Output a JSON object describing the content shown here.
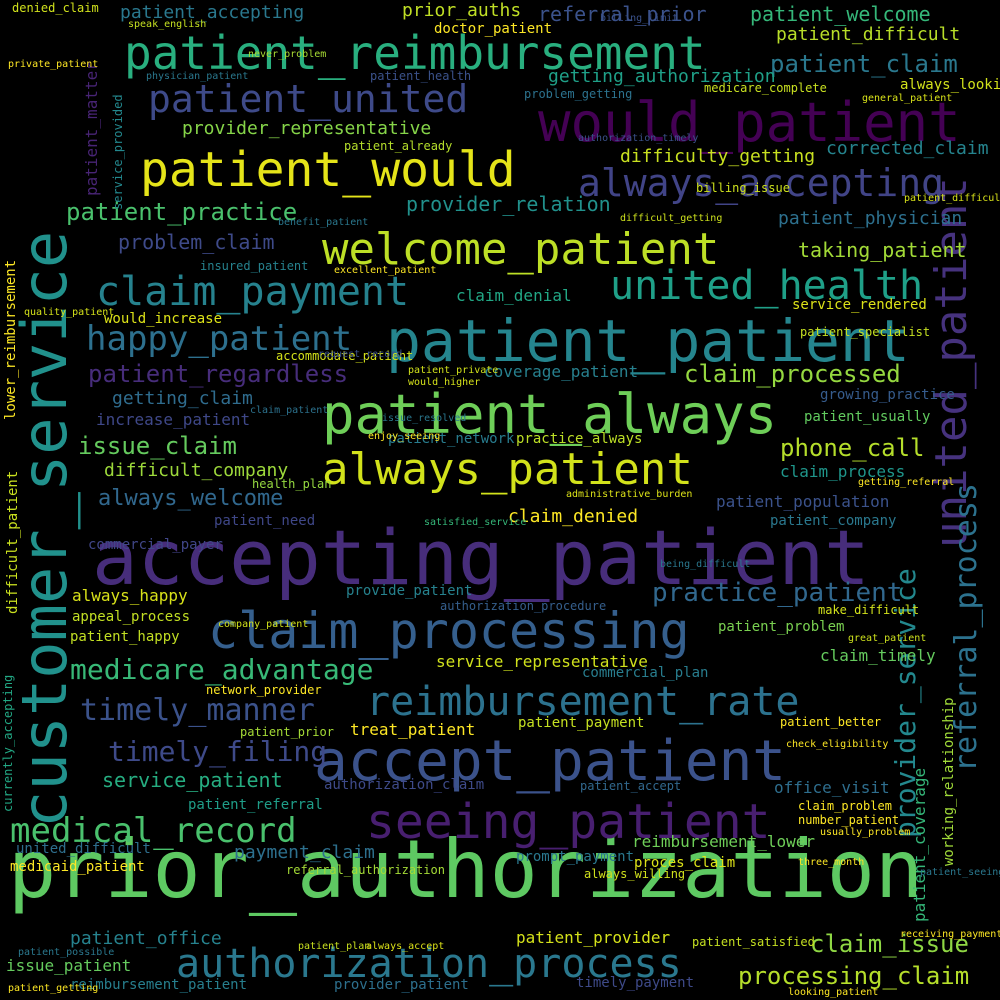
{
  "words": [
    {
      "text": "prior_authorization",
      "color": "#5ec962"
    },
    {
      "text": "accepting_patient",
      "color": "#472d7b"
    },
    {
      "text": "customer_service",
      "color": "#21918c"
    },
    {
      "text": "patient_patient",
      "color": "#25858e"
    },
    {
      "text": "accept_patient",
      "color": "#3b528b"
    },
    {
      "text": "patient_always",
      "color": "#6ece58"
    },
    {
      "text": "always_patient",
      "color": "#d2e21b"
    },
    {
      "text": "welcome_patient",
      "color": "#bddf26"
    },
    {
      "text": "would_patient",
      "color": "#440154"
    },
    {
      "text": "patient_reimbursement",
      "color": "#29af7f"
    },
    {
      "text": "claim_processing",
      "color": "#355f8d"
    },
    {
      "text": "authorization_process",
      "color": "#2a788e"
    },
    {
      "text": "seeing_patient",
      "color": "#481f70"
    },
    {
      "text": "united_patient",
      "color": "#46327e"
    },
    {
      "text": "patient_would",
      "color": "#e5e419"
    },
    {
      "text": "patient_united",
      "color": "#3e4a89"
    },
    {
      "text": "reimbursement_rate",
      "color": "#2c728e"
    },
    {
      "text": "claim_payment",
      "color": "#26828e"
    },
    {
      "text": "united_health",
      "color": "#1fa088"
    },
    {
      "text": "medical_record",
      "color": "#4ac16d"
    },
    {
      "text": "always_accepting",
      "color": "#414487"
    },
    {
      "text": "happy_patient",
      "color": "#2d708e"
    },
    {
      "text": "timely_manner",
      "color": "#3b528b"
    },
    {
      "text": "referral_process",
      "color": "#2c728e"
    },
    {
      "text": "medicare_advantage",
      "color": "#38b977"
    },
    {
      "text": "provider_service",
      "color": "#23888e"
    },
    {
      "text": "timely_filing",
      "color": "#3e4a89"
    },
    {
      "text": "claim_processed",
      "color": "#95d840"
    },
    {
      "text": "practice_patient",
      "color": "#31688e"
    },
    {
      "text": "patient_practice",
      "color": "#4ac16d"
    },
    {
      "text": "patient_regardless",
      "color": "#472d7b"
    },
    {
      "text": "issue_claim",
      "color": "#65cb5e"
    },
    {
      "text": "processing_claim",
      "color": "#b5de2b"
    },
    {
      "text": "claim_issue",
      "color": "#8fd744"
    },
    {
      "text": "phone_call",
      "color": "#b5de2b"
    },
    {
      "text": "patient_claim",
      "color": "#2a788e"
    },
    {
      "text": "always_welcome",
      "color": "#31688e"
    },
    {
      "text": "service_patient",
      "color": "#26ad81"
    },
    {
      "text": "claim_denied",
      "color": "#fde725"
    },
    {
      "text": "patient_office",
      "color": "#26828e"
    },
    {
      "text": "patient_welcome",
      "color": "#35b779"
    },
    {
      "text": "referral_prior",
      "color": "#3b528b"
    },
    {
      "text": "patient_accepting",
      "color": "#2a788e"
    },
    {
      "text": "prior_auths",
      "color": "#c0df25"
    },
    {
      "text": "patient_difficult",
      "color": "#b8de29"
    },
    {
      "text": "getting_authorization",
      "color": "#1fa088"
    },
    {
      "text": "provider_representative",
      "color": "#86d549"
    },
    {
      "text": "provider_relation",
      "color": "#21918c"
    },
    {
      "text": "problem_claim",
      "color": "#3e4a89"
    },
    {
      "text": "taking_patient",
      "color": "#a2da37"
    },
    {
      "text": "patient_physician",
      "color": "#2d708e"
    },
    {
      "text": "difficulty_getting",
      "color": "#c8e020"
    },
    {
      "text": "corrected_claim",
      "color": "#25848e"
    },
    {
      "text": "claim_denial",
      "color": "#22a785"
    },
    {
      "text": "service_rendered",
      "color": "#dde318"
    },
    {
      "text": "coverage_patient",
      "color": "#27808e"
    },
    {
      "text": "getting_claim",
      "color": "#2f6c8e"
    },
    {
      "text": "increase_patient",
      "color": "#3f4889"
    },
    {
      "text": "difficult_company",
      "color": "#9dd93b"
    },
    {
      "text": "patient_network",
      "color": "#287c8e"
    },
    {
      "text": "practice_always",
      "color": "#bddf26"
    },
    {
      "text": "patient_usually",
      "color": "#62cb5f"
    },
    {
      "text": "growing_practice",
      "color": "#365c8d"
    },
    {
      "text": "claim_process",
      "color": "#1f968b"
    },
    {
      "text": "patient_population",
      "color": "#3b528b"
    },
    {
      "text": "patient_company",
      "color": "#2a788e"
    },
    {
      "text": "patient_need",
      "color": "#3f4788"
    },
    {
      "text": "commercial_payer",
      "color": "#404688"
    },
    {
      "text": "always_happy",
      "color": "#d8e219"
    },
    {
      "text": "appeal_process",
      "color": "#c2df23"
    },
    {
      "text": "patient_happy",
      "color": "#c2df23"
    },
    {
      "text": "provide_patient",
      "color": "#26828e"
    },
    {
      "text": "authorization_procedure",
      "color": "#355f8d"
    },
    {
      "text": "service_representative",
      "color": "#d0e11c"
    },
    {
      "text": "patient_problem",
      "color": "#7ad151"
    },
    {
      "text": "claim_timely",
      "color": "#65cb5e"
    },
    {
      "text": "commercial_plan",
      "color": "#287d8e"
    },
    {
      "text": "patient_payment",
      "color": "#c5e021"
    },
    {
      "text": "treat_patient",
      "color": "#fde725"
    },
    {
      "text": "network_provider",
      "color": "#fde725"
    },
    {
      "text": "payment_claim",
      "color": "#2d708e"
    },
    {
      "text": "patient_referral",
      "color": "#1f9e89"
    },
    {
      "text": "united_difficult",
      "color": "#2e6f8e"
    },
    {
      "text": "medicaid_patient",
      "color": "#fde725"
    },
    {
      "text": "referral_authorization",
      "color": "#a5db36"
    },
    {
      "text": "prompt_payment",
      "color": "#2a788e"
    },
    {
      "text": "proces_claim",
      "color": "#dde318"
    },
    {
      "text": "reimbursement_lower",
      "color": "#6ece58"
    },
    {
      "text": "patient_provider",
      "color": "#d5e21a"
    },
    {
      "text": "issue_patient",
      "color": "#65cb5e"
    },
    {
      "text": "reimbursement_patient",
      "color": "#277f8e"
    },
    {
      "text": "provider_patient",
      "color": "#2d708e"
    },
    {
      "text": "timely_payment",
      "color": "#3e4a89"
    },
    {
      "text": "office_visit",
      "color": "#2e6e8e"
    },
    {
      "text": "working_relationship",
      "color": "#a0da39"
    },
    {
      "text": "patient_coverage",
      "color": "#35b779"
    },
    {
      "text": "patient_seeing",
      "color": "#2a788e"
    },
    {
      "text": "lower_reimbursement",
      "color": "#fde725"
    },
    {
      "text": "difficult_patient",
      "color": "#cae11f"
    },
    {
      "text": "currently_accepting",
      "color": "#22a884"
    },
    {
      "text": "patient_matter",
      "color": "#482475"
    },
    {
      "text": "service_provided",
      "color": "#23888e"
    },
    {
      "text": "accommodate_patient",
      "color": "#d5e21a"
    },
    {
      "text": "patient_accept",
      "color": "#31688e"
    },
    {
      "text": "administrative_burden",
      "color": "#dde318"
    },
    {
      "text": "satisfied_service",
      "color": "#35b779"
    },
    {
      "text": "denied_claim",
      "color": "#d0e11c"
    },
    {
      "text": "never_problem",
      "color": "#a8db34"
    },
    {
      "text": "doctor_patient",
      "color": "#fde725"
    },
    {
      "text": "medicare_complete",
      "color": "#c8e020"
    },
    {
      "text": "always_looking",
      "color": "#d2e21b"
    },
    {
      "text": "patient_already",
      "color": "#b5de2b"
    },
    {
      "text": "billing_issue",
      "color": "#cde11d"
    },
    {
      "text": "insured_patient",
      "color": "#26828e"
    },
    {
      "text": "benefit_patient",
      "color": "#2a788e"
    },
    {
      "text": "excellent_patient",
      "color": "#fde725"
    },
    {
      "text": "would_increase",
      "color": "#dde318"
    },
    {
      "text": "request_record",
      "color": "#3b528b"
    },
    {
      "text": "health_plan",
      "color": "#95d840"
    },
    {
      "text": "make_difficult",
      "color": "#d2e21b"
    },
    {
      "text": "difficult_getting",
      "color": "#cde11d"
    },
    {
      "text": "being_difficult",
      "color": "#2a788e"
    },
    {
      "text": "company_patient",
      "color": "#d2e21b"
    },
    {
      "text": "authorization_claim",
      "color": "#3e4a89"
    },
    {
      "text": "patient_prior",
      "color": "#a5db36"
    },
    {
      "text": "patient_better",
      "color": "#fde725"
    },
    {
      "text": "check_eligibility",
      "color": "#fde725"
    },
    {
      "text": "problem_getting",
      "color": "#2c728e"
    },
    {
      "text": "authorization_timely",
      "color": "#3b528b"
    },
    {
      "text": "patient_difficulty",
      "color": "#d8e219"
    },
    {
      "text": "great_patient",
      "color": "#cde11d"
    },
    {
      "text": "claim_problem",
      "color": "#fde725"
    },
    {
      "text": "number_patient",
      "color": "#fde725"
    },
    {
      "text": "usually_problem",
      "color": "#fde725"
    },
    {
      "text": "patient_satisfied",
      "color": "#c5e021"
    },
    {
      "text": "always_willing",
      "color": "#d0e11c"
    },
    {
      "text": "looking_patient",
      "color": "#fde725"
    },
    {
      "text": "receiving_payment",
      "color": "#fde725"
    },
    {
      "text": "patient_getting",
      "color": "#fde725"
    },
    {
      "text": "patient_possible",
      "color": "#2a788e"
    },
    {
      "text": "patient_plan",
      "color": "#c8e020"
    },
    {
      "text": "always_accept",
      "color": "#dde318"
    },
    {
      "text": "claim_patient",
      "color": "#2c728e"
    },
    {
      "text": "billing_limit",
      "color": "#3b528b"
    },
    {
      "text": "patient_specialist",
      "color": "#c5e021"
    },
    {
      "text": "general_patient",
      "color": "#d8e219"
    },
    {
      "text": "issue_resolved",
      "color": "#2a788e"
    },
    {
      "text": "patient_private",
      "color": "#d2e21b"
    },
    {
      "text": "would_higher",
      "color": "#d5e21a"
    },
    {
      "text": "enjoy_seeing",
      "color": "#fde725"
    },
    {
      "text": "getting_referral",
      "color": "#fde725"
    },
    {
      "text": "patient_health",
      "color": "#3b528b"
    },
    {
      "text": "physician_patient",
      "color": "#2a788e"
    },
    {
      "text": "quality_patient",
      "color": "#d5e21a"
    },
    {
      "text": "three_month",
      "color": "#fde725"
    },
    {
      "text": "speak_english",
      "color": "#c5e021"
    },
    {
      "text": "private_patient",
      "color": "#fde725"
    }
  ]
}
